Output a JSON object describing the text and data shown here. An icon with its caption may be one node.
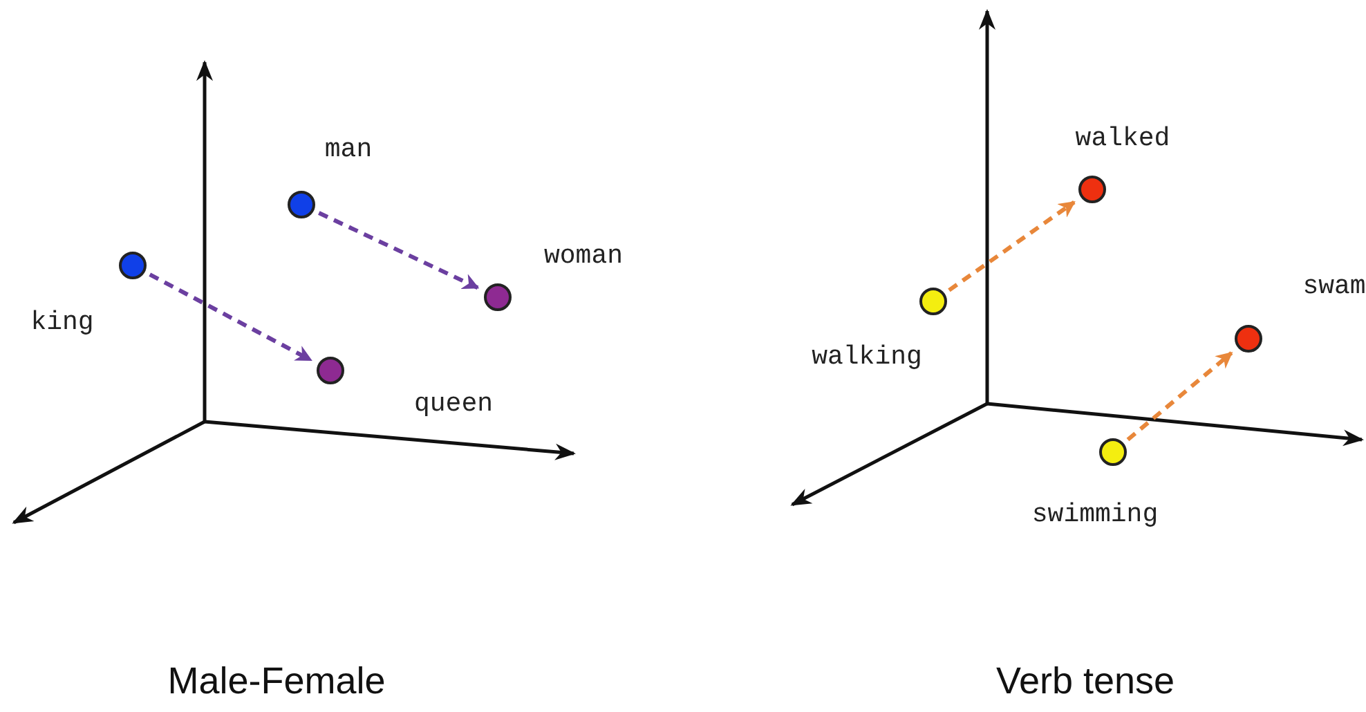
{
  "diagram": {
    "nodes": [
      {
        "text": [],
        "shape": "circle",
        "beside": [
          "man"
        ]
      },
      {
        "text": [],
        "shape": "circle",
        "beside": [
          "king"
        ]
      },
      {
        "text": [],
        "shape": "circle",
        "beside": [
          "woman"
        ]
      },
      {
        "text": [],
        "shape": "circle",
        "beside": [
          "queen"
        ]
      },
      {
        "text": [],
        "shape": "circle",
        "beside": [
          "walked"
        ]
      },
      {
        "text": [],
        "shape": "circle",
        "beside": [
          "walking"
        ]
      },
      {
        "text": [],
        "shape": "circle",
        "beside": [
          "swam"
        ]
      },
      {
        "text": [],
        "shape": "circle",
        "beside": [
          "swimming"
        ]
      }
    ],
    "edges": [
      {
        "from": 1,
        "to": 3,
        "arrow": "to",
        "style": "dashed",
        "color": "#6b3fa0"
      },
      {
        "from": 0,
        "to": 2,
        "arrow": "to",
        "style": "dashed",
        "color": "#6b3fa0"
      },
      {
        "from": 5,
        "to": 4,
        "arrow": "to",
        "style": "dashed",
        "color": "#e8873a"
      },
      {
        "from": 7,
        "to": 6,
        "arrow": "to",
        "style": "dashed",
        "color": "#e8873a"
      }
    ],
    "labels": [
      "Male-Female",
      "Verb tense"
    ]
  }
}
